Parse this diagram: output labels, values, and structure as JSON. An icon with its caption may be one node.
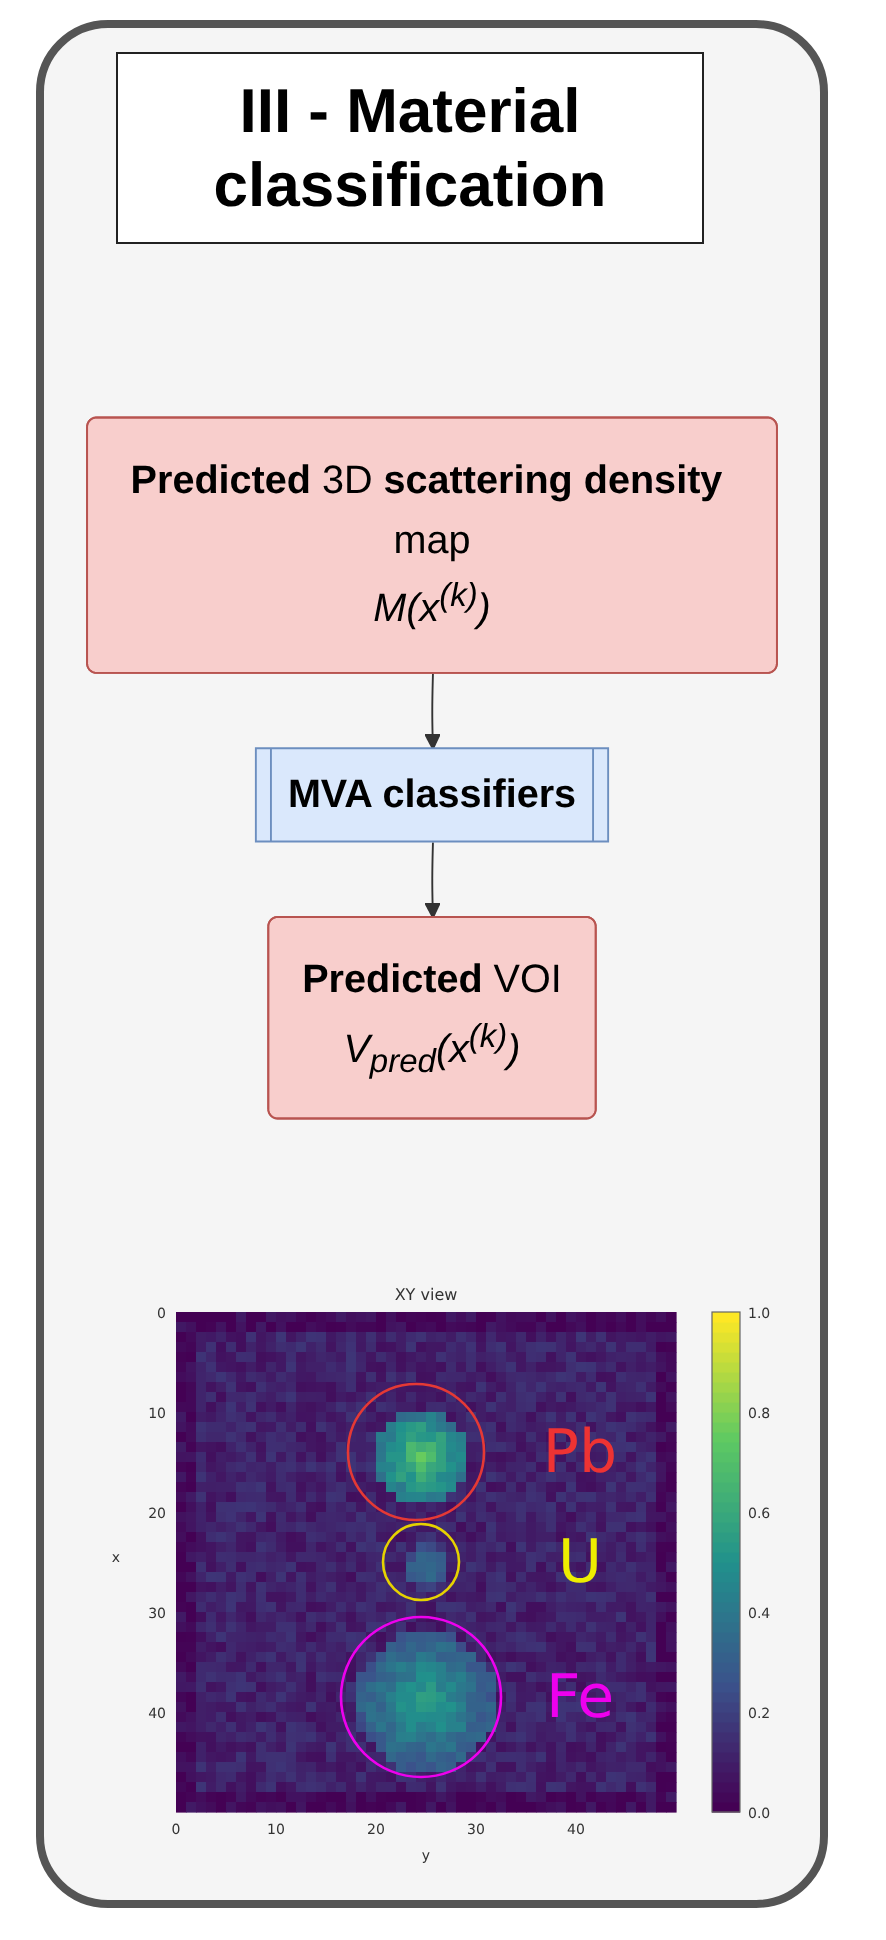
{
  "diagram": {
    "title": "III - Material classification",
    "nodes": [
      {
        "text": [
          "**Predicted** 3D **scattering density** map",
          "M(x$^{(k)}$)"
        ]
      },
      {
        "text": [
          "MVA classifiers"
        ]
      },
      {
        "text": [
          "**Predicted** VOI",
          "V$_{pred}$(x$^{(k)}$)"
        ]
      }
    ],
    "edges": [
      {
        "from": 0,
        "to": 1,
        "arrow": "to"
      },
      {
        "from": 1,
        "to": 2,
        "arrow": "to"
      }
    ],
    "labels": [
      "XY view",
      "0",
      "10",
      "20",
      "30",
      "40",
      "x",
      "Pb",
      "U",
      "Fe",
      "1.0",
      "0.8",
      "0.6",
      "0.4",
      "0.2",
      "0.0",
      "0",
      "10",
      "20",
      "30",
      "40",
      "y"
    ]
  }
}
